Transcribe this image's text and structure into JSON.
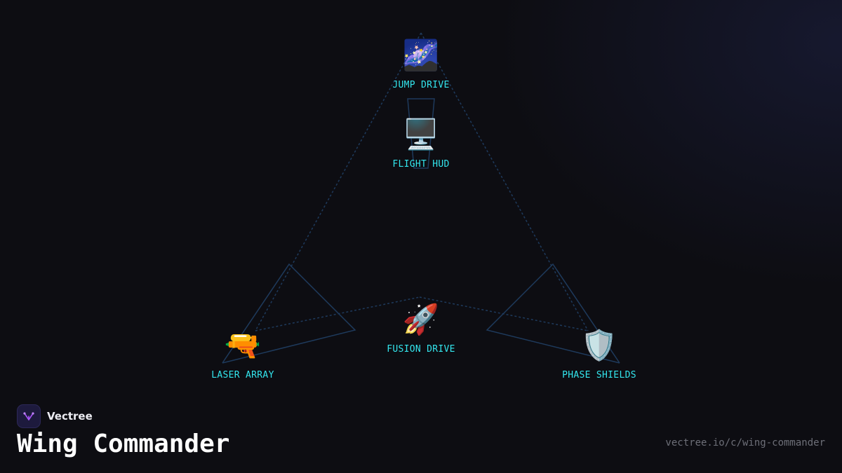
{
  "brand": {
    "name": "Vectree",
    "logo_icon": "vectree-logo-icon"
  },
  "title": "Wing Commander",
  "url": "vectree.io/c/wing-commander",
  "colors": {
    "label": "#33e6ee",
    "link": "#1e3a5c",
    "background": "#0d0d12"
  },
  "nodes": {
    "jump_drive": {
      "label": "JUMP DRIVE",
      "icon": "galaxy-icon",
      "glyph": "🌌"
    },
    "flight_hud": {
      "label": "FLIGHT HUD",
      "icon": "desktop-computer-icon",
      "glyph": "🖥️"
    },
    "fusion_drive": {
      "label": "FUSION DRIVE",
      "icon": "rocket-icon",
      "glyph": "🚀"
    },
    "laser_array": {
      "label": "LASER ARRAY",
      "icon": "water-pistol-icon",
      "glyph": "🔫"
    },
    "phase_shields": {
      "label": "PHASE SHIELDS",
      "icon": "shield-icon",
      "glyph": "🛡️"
    }
  }
}
